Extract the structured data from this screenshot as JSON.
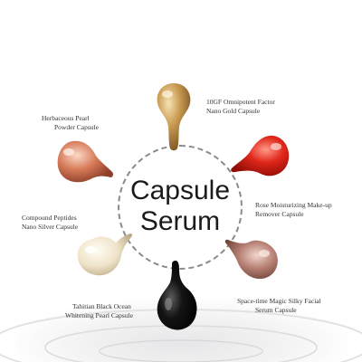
{
  "title": {
    "line1": "Capsule",
    "line2": "Serum"
  },
  "capsules": [
    {
      "label_line1": "10GF Omnipotent Factor",
      "label_line2": "Nano Gold Capsule",
      "color": "#c9a05a"
    },
    {
      "label_line1": "Herbaceous Pearl",
      "label_line2": "Powder Capsule",
      "color": "#d07a5a"
    },
    {
      "label_line1": "Rose Moisturizing Make-up",
      "label_line2": "Remover Capsule",
      "color": "#e0271a"
    },
    {
      "label_line1": "Compound Peptides",
      "label_line2": "Nano Silver Capsule",
      "color": "#efe3c8"
    },
    {
      "label_line1": "Space-time Magic Silky Facial",
      "label_line2": "Serum Capsule",
      "color": "#b37d70"
    },
    {
      "label_line1": "Tahitian Black Ocean",
      "label_line2": "Whitening Pearl Capsule",
      "color": "#101010"
    }
  ]
}
